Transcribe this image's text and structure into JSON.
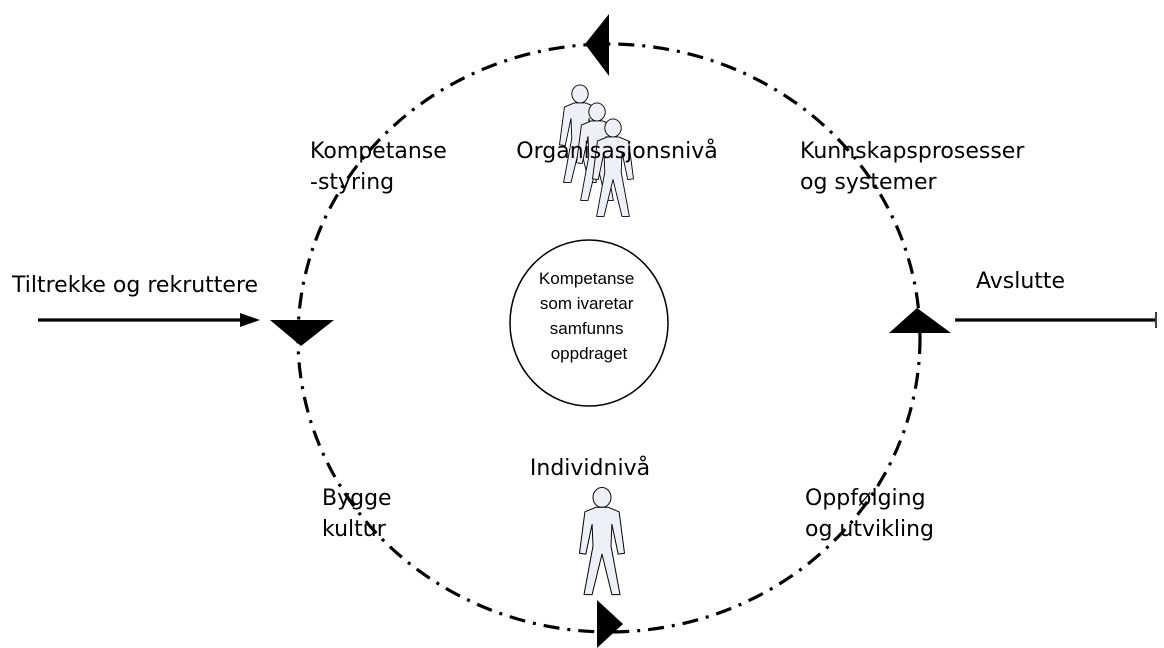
{
  "diagram": {
    "center": {
      "lines": [
        "Kompetanse",
        "som ivaretar",
        "samfunns",
        "oppdraget"
      ]
    },
    "levels": {
      "organization": "Organisasjonsnivå",
      "individual": "Individnivå"
    },
    "stages": {
      "competence_management": [
        "Kompetanse",
        "-styring"
      ],
      "knowledge_processes": [
        "Kunnskapsprosesser",
        "og systemer"
      ],
      "build_culture": [
        "Bygge",
        "kultur"
      ],
      "follow_up": [
        "Oppfølging",
        "og utvikling"
      ]
    },
    "entry": {
      "label": "Tiltrekke og rekruttere"
    },
    "exit": {
      "label": "Avslutte"
    },
    "icons": {
      "group": "people-group-icon",
      "person": "person-icon"
    },
    "colors": {
      "line": "#000000",
      "person_fill": "#eef0f8",
      "background": "#ffffff"
    }
  }
}
